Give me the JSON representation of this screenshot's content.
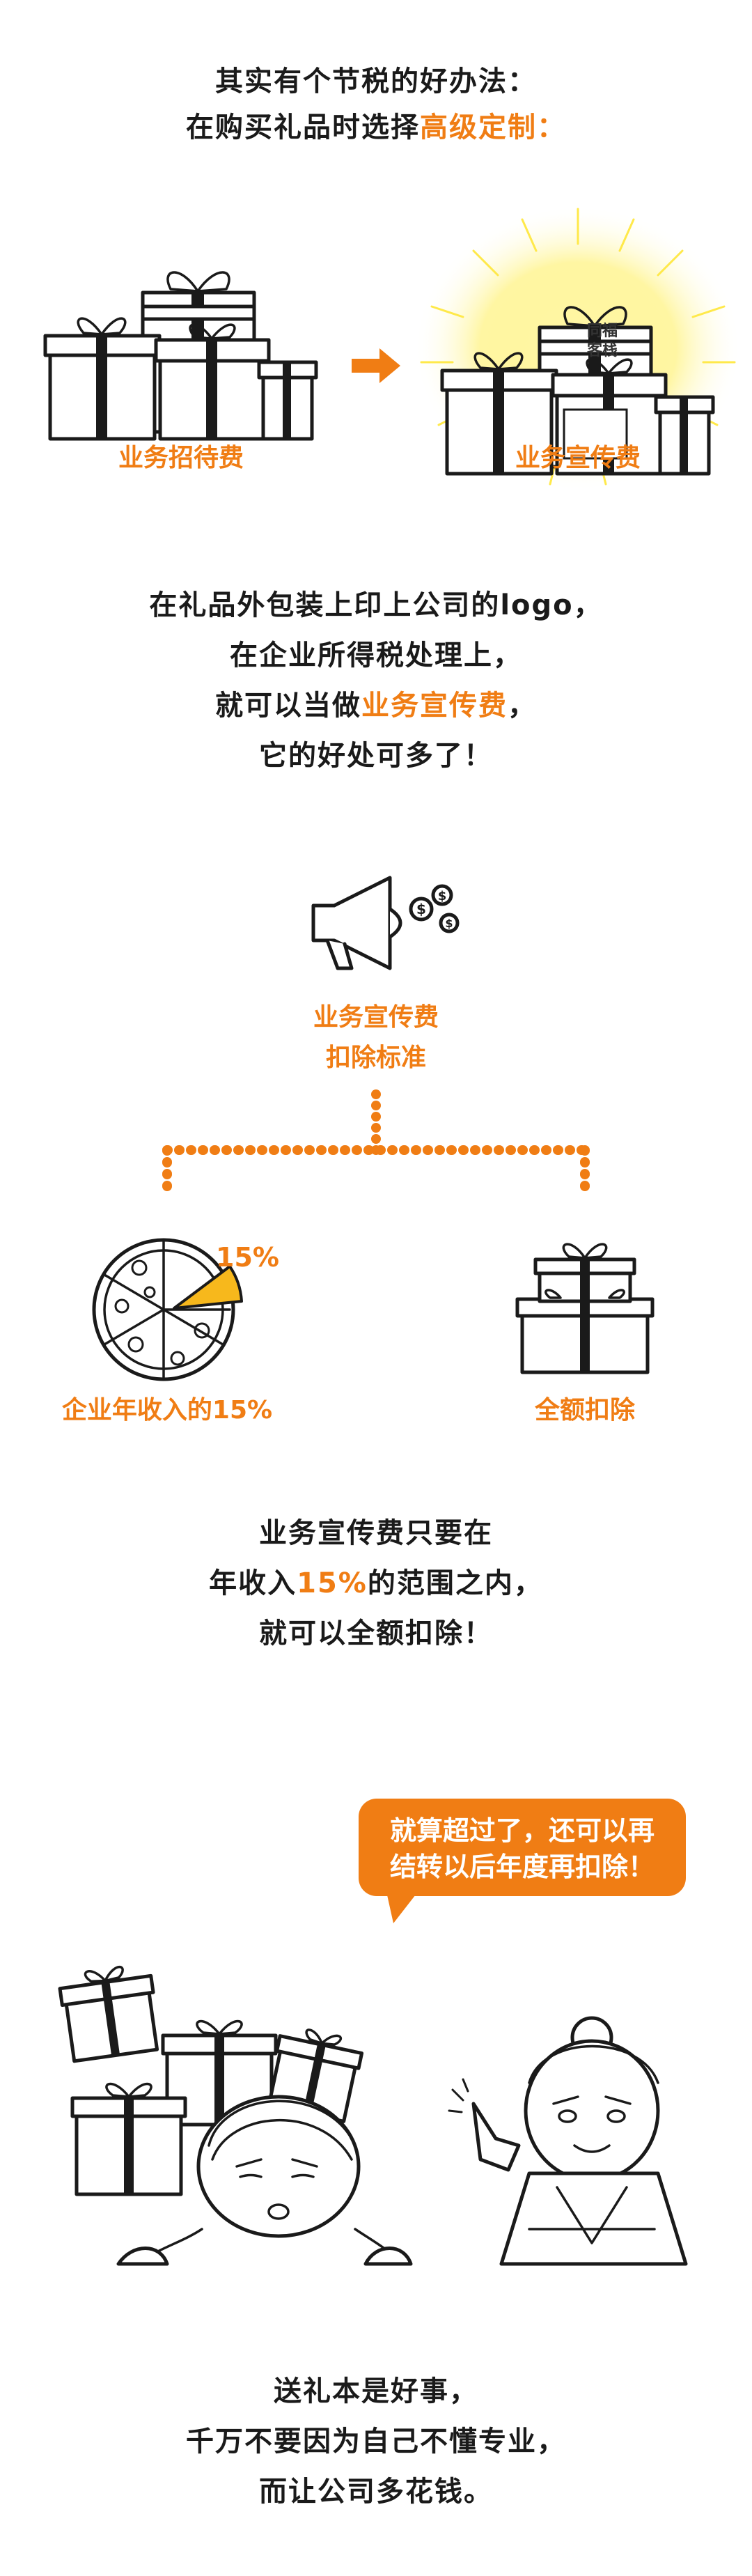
{
  "intro": {
    "line1": "其实有个节税的好办法：",
    "line2_prefix": "在购买礼品时选择",
    "line2_highlight": "高级定制："
  },
  "gifts": {
    "left_label": "业务招待费",
    "right_label": "业务宣传费",
    "stamp_line1": "同福",
    "stamp_line2": "客栈"
  },
  "explain": {
    "line1": "在礼品外包装上印上公司的logo，",
    "line2": "在企业所得税处理上，",
    "line3_prefix": "就可以当做",
    "line3_highlight": "业务宣传费",
    "line3_suffix": "，",
    "line4": "它的好处可多了！"
  },
  "standard": {
    "title_line1": "业务宣传费",
    "title_line2": "扣除标准",
    "percent": "15%",
    "left_label": "企业年收入的15%",
    "right_label": "全额扣除"
  },
  "rule": {
    "line1": "业务宣传费只要在",
    "line2_prefix": "年收入",
    "line2_highlight": "15%",
    "line2_suffix": "的范围之内，",
    "line3": "就可以全额扣除！"
  },
  "speech": {
    "line1": "就算超过了，还可以再",
    "line2": "结转以后年度再扣除！"
  },
  "closing": {
    "line1": "送礼本是好事，",
    "line2": "千万不要因为自己不懂专业，",
    "line3": "而让公司多花钱。"
  },
  "colors": {
    "accent": "#f07d14",
    "text": "#1a1a1a",
    "glow": "#fff27a"
  }
}
